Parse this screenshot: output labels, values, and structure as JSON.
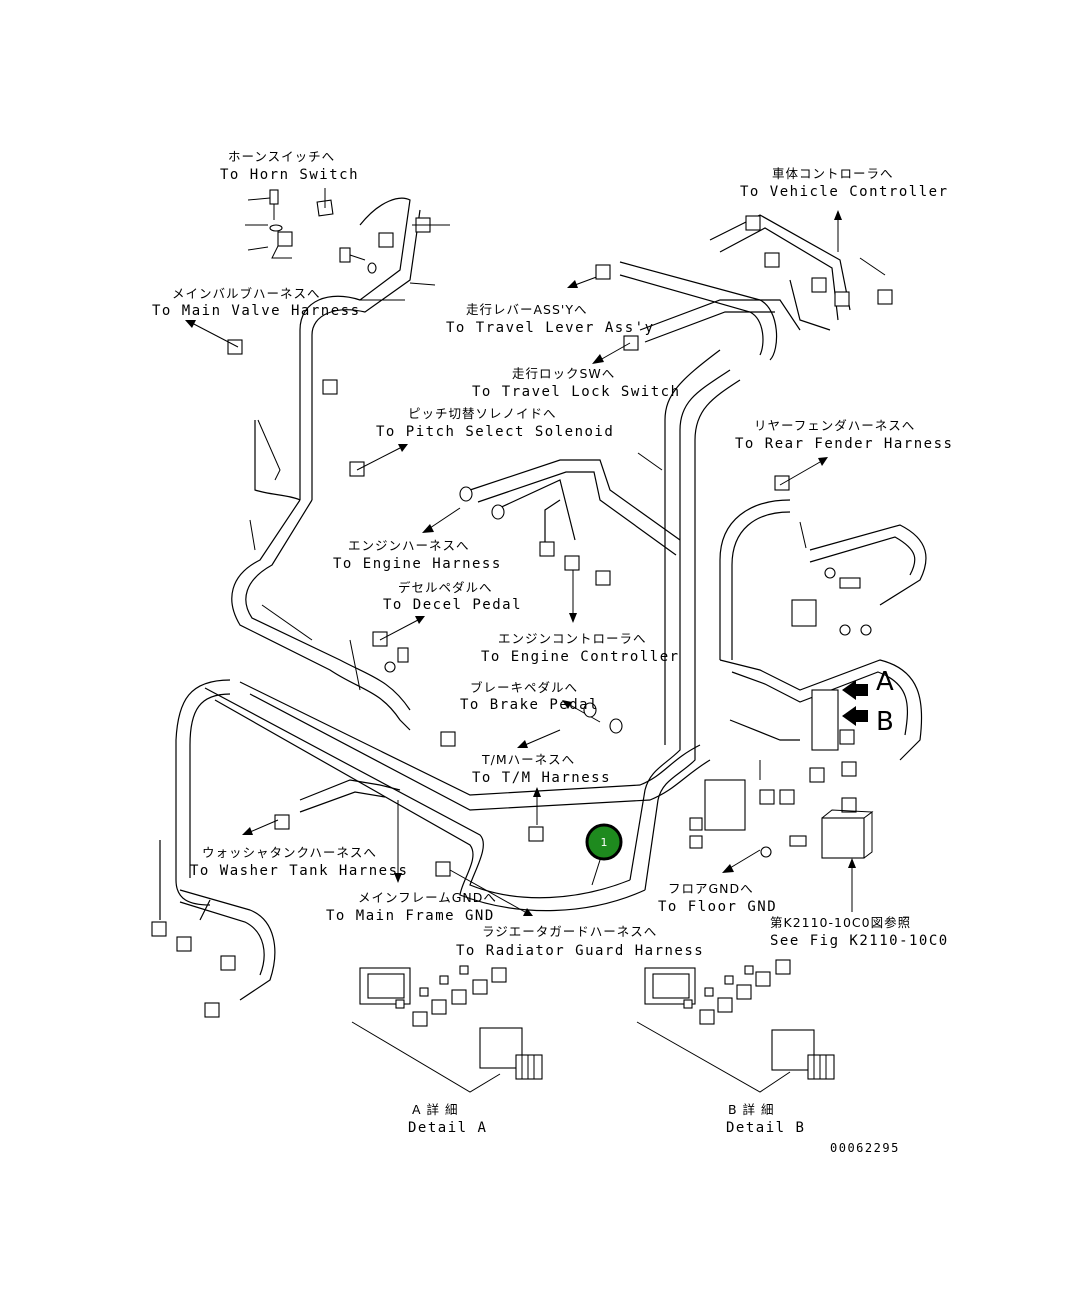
{
  "labels": {
    "horn_jp": "ホーンスイッチへ",
    "horn_en": "To Horn Switch",
    "vehicle_jp": "車体コントローラへ",
    "vehicle_en": "To Vehicle Controller",
    "main_valve_jp": "メインバルブハーネスへ",
    "main_valve_en": "To Main Valve Harness",
    "travel_lever_jp": "走行レバーASS'Yへ",
    "travel_lever_en": "To Travel Lever Ass'y",
    "travel_lock_jp": "走行ロックSWへ",
    "travel_lock_en": "To Travel Lock Switch",
    "pitch_jp": "ピッチ切替ソレノイドへ",
    "pitch_en": "To Pitch Select Solenoid",
    "rear_fender_jp": "リヤーフェンダハーネスへ",
    "rear_fender_en": "To Rear Fender Harness",
    "engine_harness_jp": "エンジンハーネスへ",
    "engine_harness_en": "To Engine Harness",
    "decel_jp": "デセルペダルへ",
    "decel_en": "To Decel Pedal",
    "engine_ctrl_jp": "エンジンコントローラへ",
    "engine_ctrl_en": "To Engine Controller",
    "brake_jp": "ブレーキペダルへ",
    "brake_en": "To Brake Pedal",
    "tm_jp": "T/Mハーネスへ",
    "tm_en": "To T/M Harness",
    "washer_jp": "ウォッシャタンクハーネスへ",
    "washer_en": "To Washer Tank Harness",
    "main_frame_jp": "メインフレームGNDへ",
    "main_frame_en": "To Main Frame GND",
    "floor_jp": "フロアGNDへ",
    "floor_en": "To Floor GND",
    "radiator_jp": "ラジエータガードハーネスへ",
    "radiator_en": "To Radiator Guard Harness",
    "see_fig_jp": "第K2110-10C0図参照",
    "see_fig_en": "See Fig K2110-10C0",
    "detail_a_jp": "A 詳 細",
    "detail_a_en": "Detail A",
    "detail_b_jp": "B 詳 細",
    "detail_b_en": "Detail B",
    "view_a": "A",
    "view_b": "B",
    "drawing_no": "00062295"
  },
  "marker": {
    "number": "1",
    "color": "#1e8a1e"
  }
}
